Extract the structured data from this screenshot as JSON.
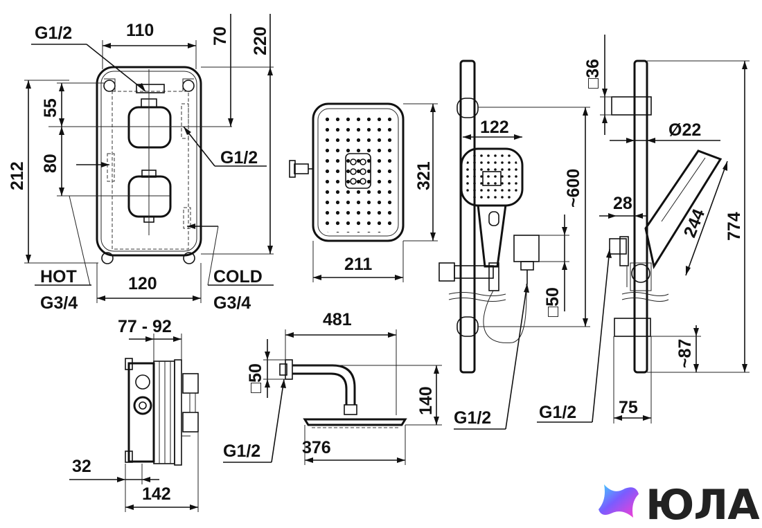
{
  "dimensions": {
    "panel_g12_top": "G1/2",
    "panel_width_110": "110",
    "panel_70": "70",
    "panel_220": "220",
    "panel_55": "55",
    "panel_212": "212",
    "panel_80": "80",
    "panel_g12_side": "G1/2",
    "hot_label": "HOT",
    "hot_thread": "G3/4",
    "panel_width_120": "120",
    "cold_label": "COLD",
    "cold_thread": "G3/4",
    "overhead_height": "321",
    "overhead_width": "211",
    "hand_width": "122",
    "rail_600": "~600",
    "bracket_50": "□50",
    "rail_g12": "G1/2",
    "side_36": "□36",
    "bar_22": "Ø22",
    "side_28": "28",
    "hand_244": "244",
    "side_774": "774",
    "side_87": "~87",
    "side_g12": "G1/2",
    "side_75": "75",
    "box_depth": "77 - 92",
    "box_32": "32",
    "box_142": "142",
    "arm_481": "481",
    "arm_50": "□50",
    "arm_140": "140",
    "arm_376": "376",
    "arm_g12": "G1/2"
  },
  "brand": {
    "name": "ЮЛА",
    "logo_icon": "yula-logo-icon"
  }
}
